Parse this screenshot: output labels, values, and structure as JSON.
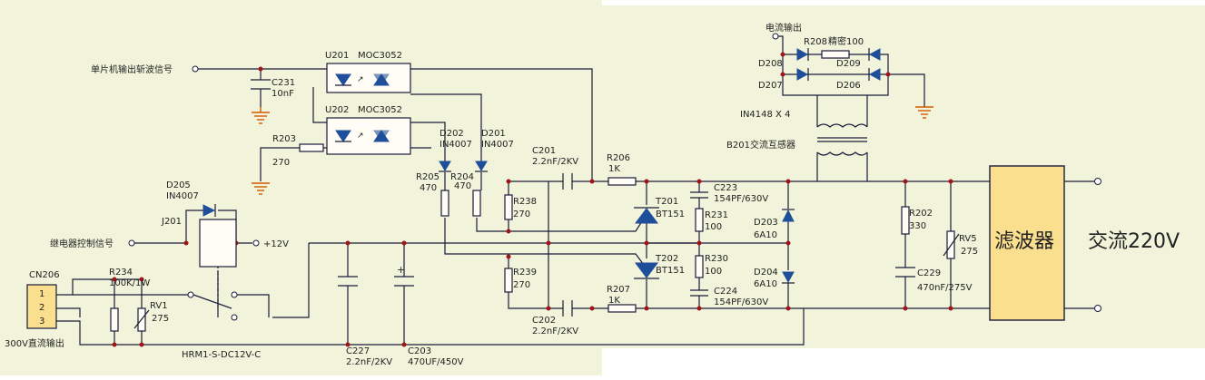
{
  "colors": {
    "background": "#f1f3da",
    "wire": "#1b1b3a",
    "diode": "#1f4f9a",
    "ground": "#d25a00",
    "filter": "#fadf8f",
    "junction": "#a0151a"
  },
  "signals": {
    "mcu_chop": "单片机输出斩波信号",
    "relay_ctrl": "继电器控制信号",
    "plus12": "+12V",
    "current_out": "电流输出",
    "dc300": "300V直流输出"
  },
  "ic": {
    "u201": "U201",
    "u201_part": "MOC3052",
    "u202": "U202",
    "u202_part": "MOC3052"
  },
  "components": {
    "c231": "C231",
    "c231_val": "10nF",
    "r203": "R203",
    "r203_val": "270",
    "d202": "D202",
    "d202_val": "IN4007",
    "d201": "D201",
    "d201_val": "IN4007",
    "r205": "R205",
    "r205_val": "470",
    "r204": "R204",
    "r204_val": "470",
    "d205": "D205",
    "d205_val": "IN4007",
    "j201": "J201",
    "c201": "C201",
    "c201_val": "2.2nF/2KV",
    "r206": "R206",
    "r206_val": "1K",
    "r238": "R238",
    "r238_val": "270",
    "t201": "T201",
    "t201_val": "BT151",
    "c223": "C223",
    "c223_val": "154PF/630V",
    "r231": "R231",
    "r231_val": "100",
    "t202": "T202",
    "t202_val": "BT151",
    "r230": "R230",
    "r230_val": "100",
    "c224": "C224",
    "c224_val": "154PF/630V",
    "r239": "R239",
    "r239_val": "270",
    "r207": "R207",
    "r207_val": "1K",
    "c202": "C202",
    "c202_val": "2.2nF/2KV",
    "cn206": "CN206",
    "pin1": "1",
    "pin2": "2",
    "pin3": "3",
    "r234": "R234",
    "r234_val": "100K/1W",
    "rv1": "RV1",
    "rv1_val": "275",
    "relay": "HRM1-S-DC12V-C",
    "c227": "C227",
    "c227_val": "2.2nF/2KV",
    "c203": "C203",
    "c203_val": "470UF/450V",
    "d203": "D203",
    "d203_val": "6A10",
    "d204": "D204",
    "d204_val": "6A10",
    "r208": "R208",
    "r208_val": "精密100",
    "d208": "D208",
    "d209": "D209",
    "d207": "D207",
    "d206": "D206",
    "bridge_note": "IN4148 X 4",
    "b201": "B201交流互感器",
    "r202": "R202",
    "r202_val": "330",
    "c229": "C229",
    "c229_val": "470nF/275V",
    "rv5": "RV5",
    "rv5_val": "275"
  },
  "filter_label": "滤波器",
  "ac_label": "交流220V"
}
